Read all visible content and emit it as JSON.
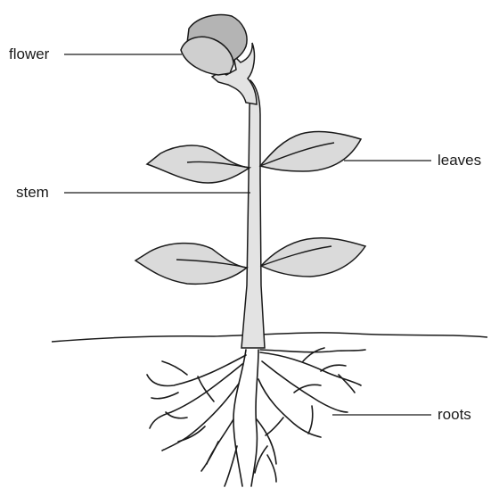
{
  "diagram": {
    "labels": {
      "flower": "flower",
      "stem": "stem",
      "leaves": "leaves",
      "roots": "roots"
    },
    "colors": {
      "outline": "#1a1a1a",
      "leaf_fill": "#dadada",
      "stem_fill": "#e3e3e3",
      "petal_dark": "#b4b4b4",
      "petal_light": "#cfcfcf"
    }
  }
}
